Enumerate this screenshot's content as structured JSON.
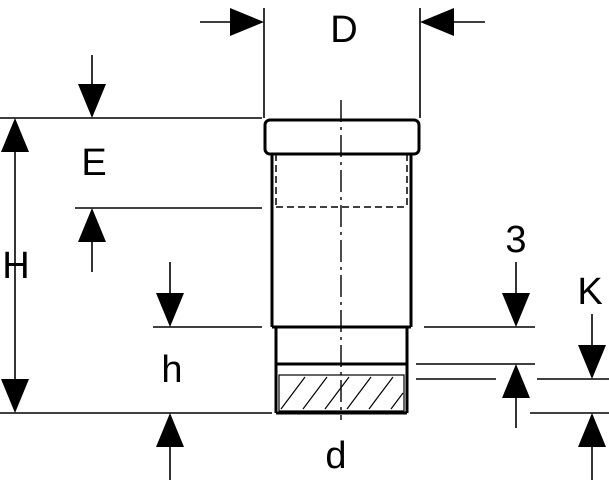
{
  "diagram": {
    "labels": {
      "D": "D",
      "E": "E",
      "H": "H",
      "h": "h",
      "d": "d",
      "three": "3",
      "K": "K"
    }
  }
}
